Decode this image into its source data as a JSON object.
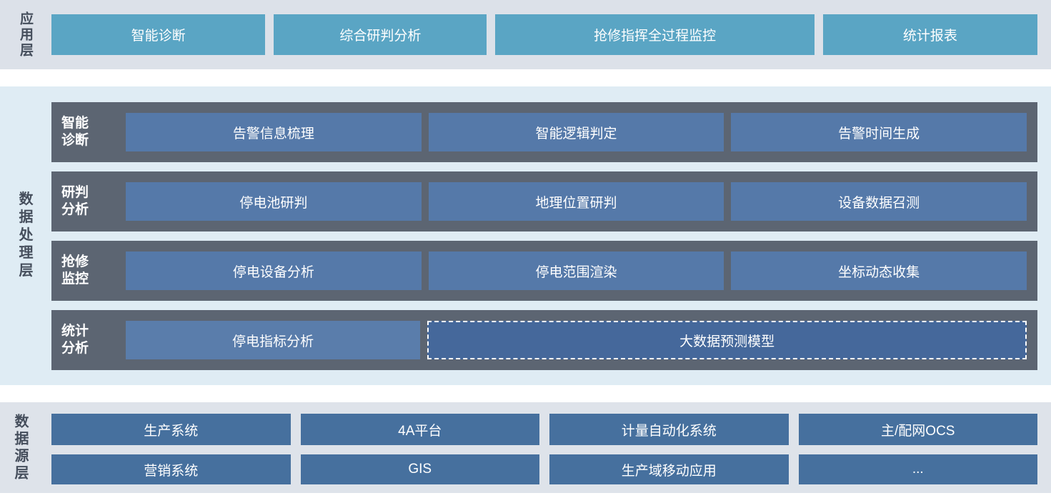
{
  "app_layer": {
    "label": "应用层",
    "items": [
      "智能诊断",
      "综合研判分析",
      "抢修指挥全过程监控",
      "统计报表"
    ]
  },
  "processing_layer": {
    "label": "数据处理层",
    "rows": [
      {
        "label": "智能诊断",
        "items": [
          "告警信息梳理",
          "智能逻辑判定",
          "告警时间生成"
        ]
      },
      {
        "label": "研判分析",
        "items": [
          "停电池研判",
          "地理位置研判",
          "设备数据召测"
        ]
      },
      {
        "label": "抢修监控",
        "items": [
          "停电设备分析",
          "停电范围渲染",
          "坐标动态收集"
        ]
      },
      {
        "label": "统计分析",
        "solid_item": "停电指标分析",
        "dashed_item": "大数据预测模型"
      }
    ]
  },
  "datasource_layer": {
    "label": "数据源层",
    "rows": [
      [
        "生产系统",
        "4A平台",
        "计量自动化系统",
        "主/配网OCS"
      ],
      [
        "营销系统",
        "GIS",
        "生产域移动应用",
        "..."
      ]
    ]
  },
  "colors": {
    "app_band_bg": "#dce1e9",
    "app_button": "#5aa5c4",
    "proc_band_bg": "#dfecf4",
    "proc_row_bg": "#5c6572",
    "proc_item": "#5579a9",
    "proc_dashed_fill": "#45689b",
    "src_band_bg": "#dee3ea",
    "src_item": "#46709e",
    "side_label_text": "#454e5c",
    "item_text": "#ffffff"
  }
}
